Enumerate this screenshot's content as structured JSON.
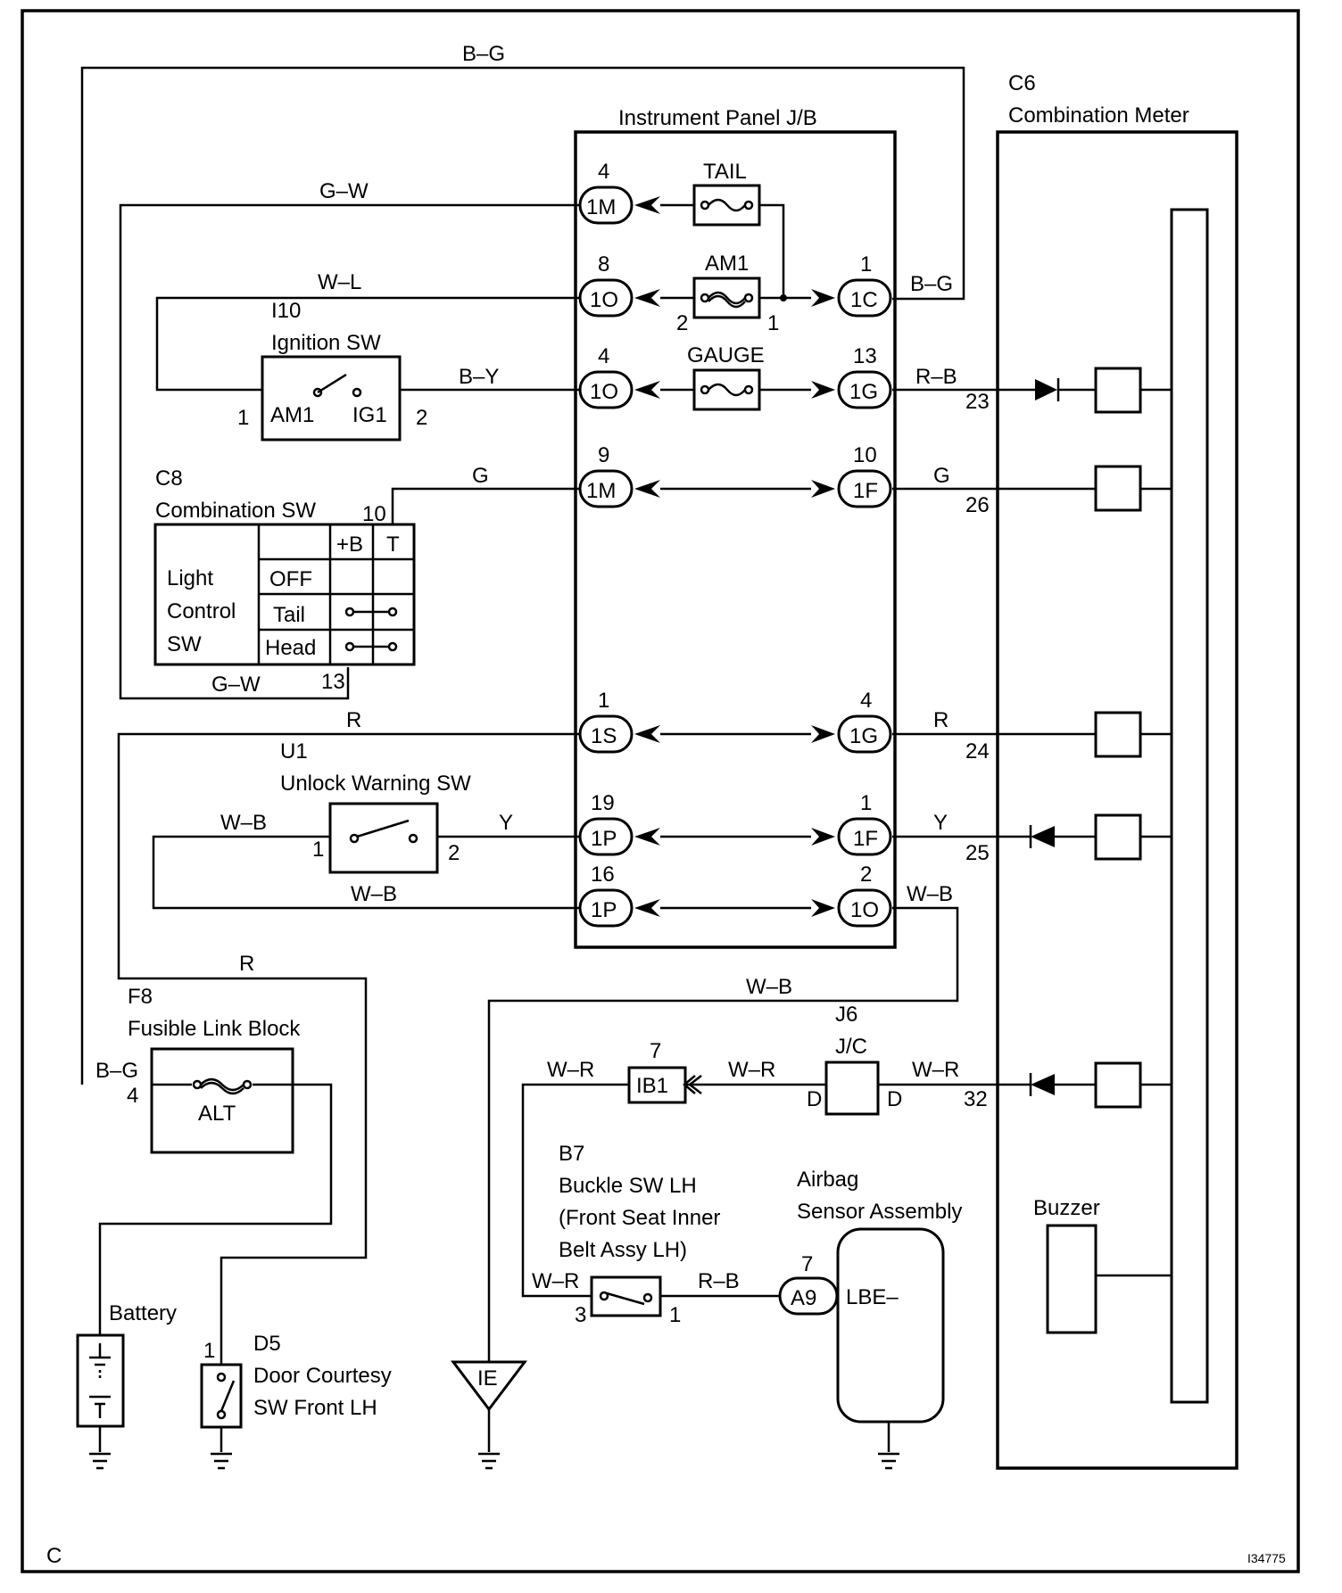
{
  "page": {
    "section_letter": "C",
    "figure_id": "I34775"
  },
  "wire_colors": {
    "bg_top": "B–G",
    "gw_top": "G–W",
    "wl": "W–L",
    "by": "B–Y",
    "g_left": "G",
    "gw_bottom": "G–W",
    "r_left": "R",
    "wb_left1": "W–B",
    "y_left": "Y",
    "wb_left2": "W–B",
    "r_lower": "R",
    "bg_fusible": "B–G",
    "bg_right": "B–G",
    "rb_right": "R–B",
    "g_right": "G",
    "r_right": "R",
    "y_right": "Y",
    "wb_right": "W–B",
    "wb_ground": "W–B",
    "wr_jc_right": "W–R",
    "wr_jc_left": "W–R",
    "wr_ib1_left": "W–R",
    "wr_buckle": "W–R",
    "rb_buckle": "R–B"
  },
  "junction_block": {
    "title": "Instrument Panel J/B",
    "fuses": [
      "TAIL",
      "AM1",
      "GAUGE"
    ],
    "am1_pin_left": "2",
    "am1_pin_right": "1",
    "left_connectors": [
      {
        "pin": "4",
        "label": "1M"
      },
      {
        "pin": "8",
        "label": "1O"
      },
      {
        "pin": "4",
        "label": "1O"
      },
      {
        "pin": "9",
        "label": "1M"
      },
      {
        "pin": "1",
        "label": "1S"
      },
      {
        "pin": "19",
        "label": "1P"
      },
      {
        "pin": "16",
        "label": "1P"
      }
    ],
    "right_connectors": [
      {
        "pin": "1",
        "label": "1C"
      },
      {
        "pin": "13",
        "label": "1G"
      },
      {
        "pin": "10",
        "label": "1F"
      },
      {
        "pin": "4",
        "label": "1G"
      },
      {
        "pin": "1",
        "label": "1F"
      },
      {
        "pin": "2",
        "label": "1O"
      }
    ]
  },
  "ignition_sw": {
    "code": "I10",
    "name": "Ignition SW",
    "term_left": "AM1",
    "term_right": "IG1",
    "pin_left": "1",
    "pin_right": "2"
  },
  "combination_sw": {
    "code": "C8",
    "name": "Combination SW",
    "pin_top": "10",
    "pin_bottom": "13",
    "row_label": [
      "Light",
      "Control",
      "SW"
    ],
    "col_headers": [
      "+B",
      "T"
    ],
    "positions": [
      "OFF",
      "Tail",
      "Head"
    ]
  },
  "unlock_sw": {
    "code": "U1",
    "name": "Unlock Warning SW",
    "pin_left": "1",
    "pin_right": "2"
  },
  "fusible_link": {
    "code": "F8",
    "name": "Fusible Link Block",
    "fuse": "ALT",
    "pin": "4"
  },
  "battery": {
    "name": "Battery"
  },
  "door_sw": {
    "code": "D5",
    "name_line1": "Door Courtesy",
    "name_line2": "SW Front LH",
    "pin": "1"
  },
  "ground_ie": {
    "label": "IE"
  },
  "combination_meter": {
    "code": "C6",
    "name": "Combination Meter",
    "pins": [
      "23",
      "26",
      "24",
      "25",
      "32"
    ],
    "buzzer": "Buzzer"
  },
  "jc": {
    "code": "J6",
    "name": "J/C",
    "term_left": "D",
    "term_right": "D"
  },
  "ib1": {
    "pin": "7",
    "label": "IB1"
  },
  "buckle_sw": {
    "code": "B7",
    "lines": [
      "Buckle SW LH",
      "(Front Seat Inner",
      "Belt Assy LH)"
    ],
    "pin_left": "3",
    "pin_right": "1"
  },
  "airbag": {
    "name_line1": "Airbag",
    "name_line2": "Sensor Assembly",
    "connector_pin": "7",
    "connector": "A9",
    "terminal": "LBE–"
  }
}
